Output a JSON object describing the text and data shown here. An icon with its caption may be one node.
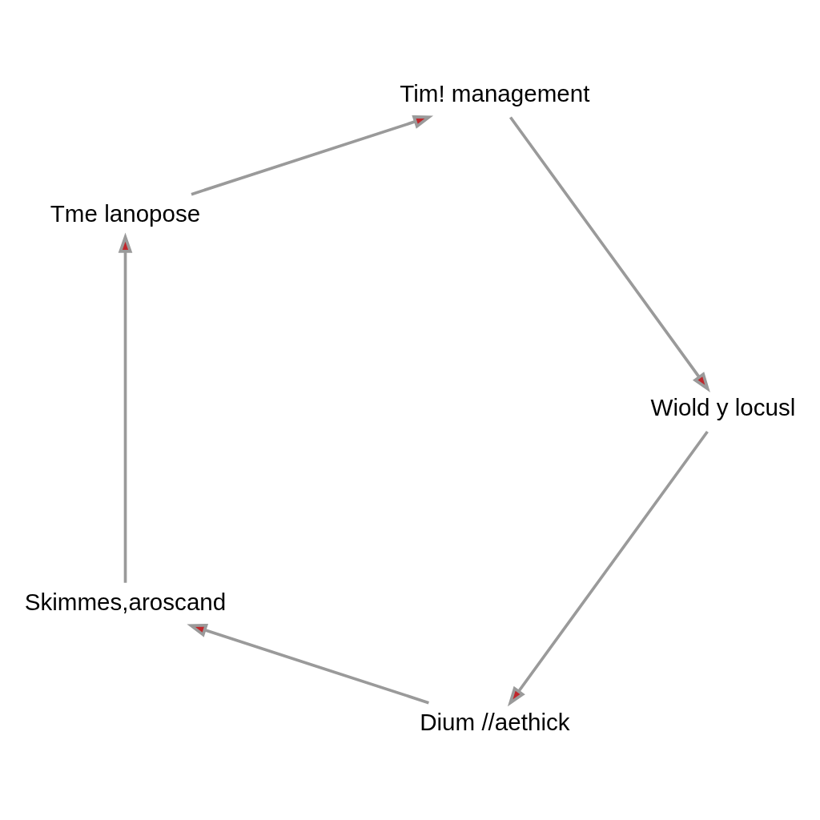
{
  "diagram": {
    "nodes": [
      {
        "text": [
          "Dium //aethick"
        ]
      },
      {
        "text": [
          "Skimmes,aroscand"
        ]
      },
      {
        "text": [
          "Tme lanopose"
        ]
      },
      {
        "text": [
          "Tim! management"
        ]
      },
      {
        "text": [
          "Wiold y locusl"
        ]
      }
    ],
    "edges": [
      {
        "from": 0,
        "to": 1,
        "arrow": "to"
      },
      {
        "from": 1,
        "to": 2,
        "arrow": "to"
      },
      {
        "from": 2,
        "to": 3,
        "arrow": "to"
      },
      {
        "from": 3,
        "to": 4,
        "arrow": "to"
      },
      {
        "from": 4,
        "to": 0,
        "arrow": "to"
      }
    ]
  }
}
